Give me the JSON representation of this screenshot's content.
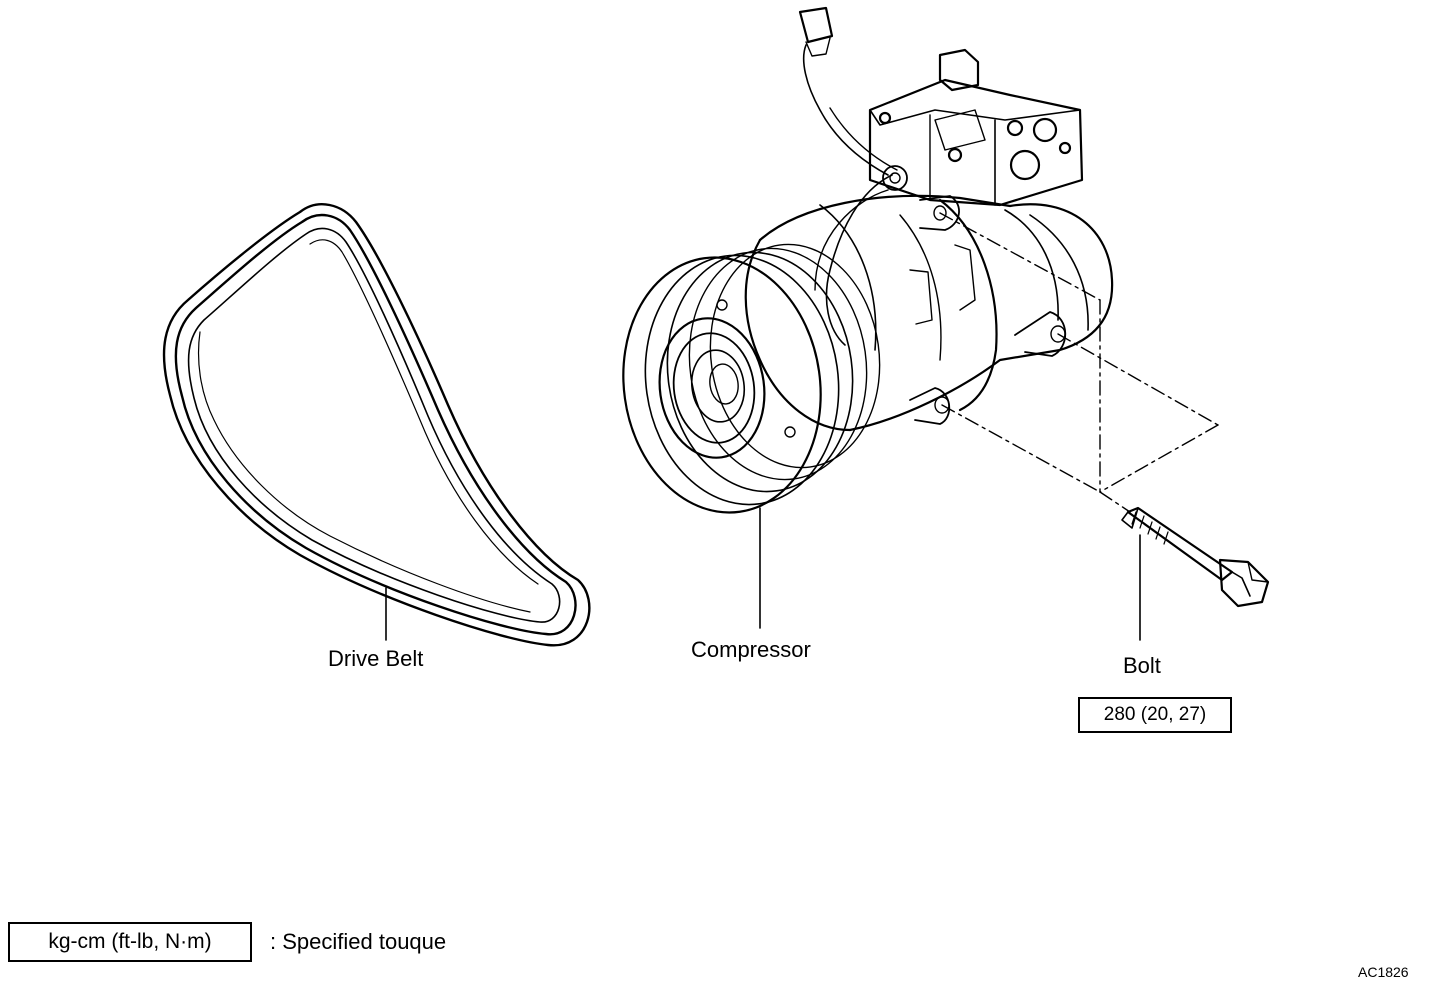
{
  "labels": {
    "drive_belt": "Drive Belt",
    "compressor": "Compressor",
    "bolt": "Bolt"
  },
  "torque": {
    "bolt_spec": "280 (20, 27)"
  },
  "legend": {
    "unit_box": "kg-cm (ft-lb, N·m)",
    "description": ": Specified touque"
  },
  "figure_code": "AC1826",
  "icons": {
    "belt": "drive-belt-drawing",
    "compressor": "compressor-drawing",
    "bolt": "bolt-drawing"
  }
}
